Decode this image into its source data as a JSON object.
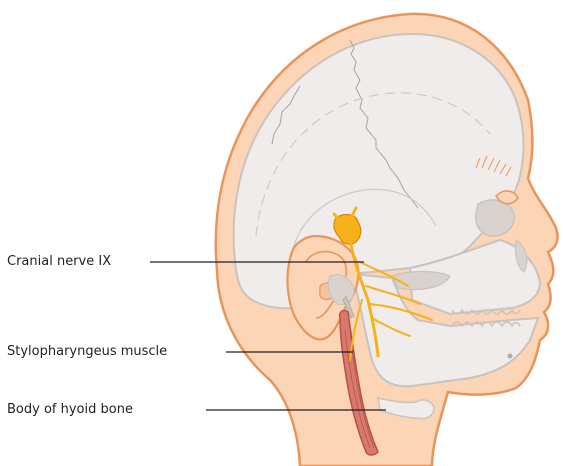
{
  "labels": {
    "cranial_nerve": "Cranial nerve IX",
    "stylopharyngeus": "Stylopharyngeus muscle",
    "hyoid": "Body of hyoid bone"
  },
  "colors": {
    "skin": "#fbd5b6",
    "skin_outline": "#e8955c",
    "skull": "#efeceb",
    "skull_outline": "#c9c3bf",
    "suture": "#a9a29d",
    "nerve": "#f6b21a",
    "nerve_outline": "#d18a00",
    "muscle": "#d9786c",
    "muscle_outline": "#b24f45",
    "leader": "#231f20"
  }
}
